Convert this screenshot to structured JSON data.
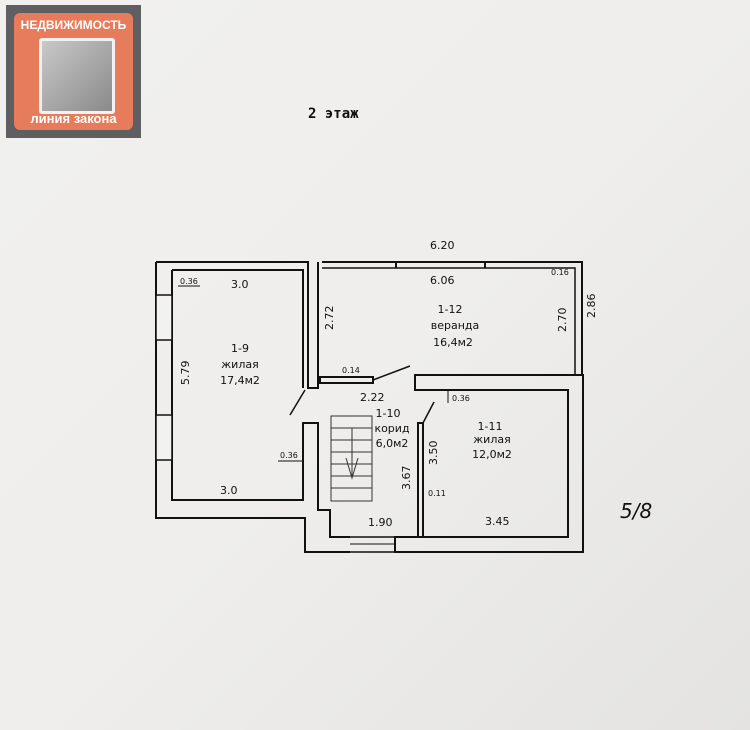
{
  "logo": {
    "top_text": "НЕДВИЖИМОСТЬ",
    "bottom_text": "линия закона"
  },
  "floor_title": "2 этаж",
  "rooms": [
    {
      "id": "1-9",
      "type": "жилая",
      "area": "17,4м2"
    },
    {
      "id": "1-10",
      "type": "корид",
      "area": "6,0м2"
    },
    {
      "id": "1-11",
      "type": "жилая",
      "area": "12,0м2"
    },
    {
      "id": "1-12",
      "type": "веранда",
      "area": "16,4м2"
    }
  ],
  "dimensions": {
    "overall_top": "6.20",
    "veranda_width": "6.06",
    "veranda_wall": "0.16",
    "veranda_right_outer": "2.86",
    "veranda_right_inner": "2.70",
    "veranda_left": "2.72",
    "r9_top": "3.0",
    "r9_bottom": "3.0",
    "r9_height": "5.79",
    "r9_wall": "0.36",
    "r9_inner_wall": "0.36",
    "partition": "0.14",
    "corridor_width": "2.22",
    "corridor_height": "3.67",
    "corridor_bottom": "1.90",
    "r11_wall": "0.36",
    "r11_height": "3.50",
    "r11_partition": "0.11",
    "r11_width": "3.45"
  },
  "handwriting": "5/8"
}
